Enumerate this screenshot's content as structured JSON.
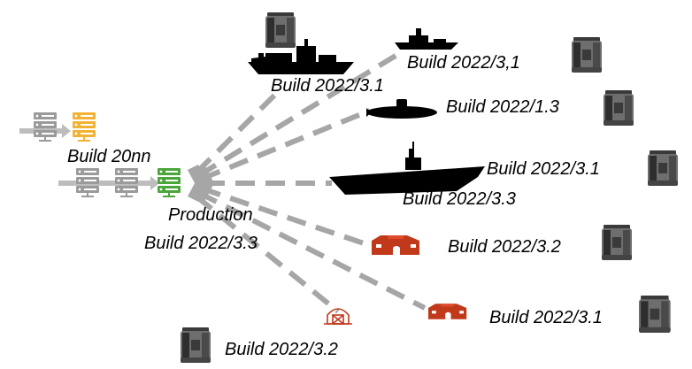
{
  "colors": {
    "link": "#a6a6a6",
    "server_gray": "#9a9a9a",
    "server_orange": "#f2b233",
    "server_green": "#4aa53a",
    "tent": "#c0391b",
    "ship": "#000000",
    "case_body": "#6e6e6e",
    "case_dark": "#2e2e2e"
  },
  "icons": {
    "server_stack": "server-stack-icon",
    "rugged_case": "rugged-case-icon",
    "ship": "ship-icon",
    "submarine": "submarine-icon",
    "carrier": "aircraft-carrier-icon",
    "tent": "field-tent-icon",
    "shelter": "shelter-outline-icon",
    "antenna": "broadcast-antenna-icon"
  },
  "labels": {
    "dev_build": "Build 20nn",
    "production_title": "Production",
    "production_build": "Build 2022/3.3",
    "destroyer_build": "Build 2022/3.1",
    "patrol_boat_build": "Build 2022/3,1",
    "submarine_build": "Build 2022/1.3",
    "carrier_build_top": "Build 2022/3.1",
    "carrier_build_bottom": "Build 2022/3.3",
    "large_tent_build": "Build 2022/3.2",
    "small_tent_build": "Build 2022/3.1",
    "shelter_build": "Build 2022/3.2"
  }
}
